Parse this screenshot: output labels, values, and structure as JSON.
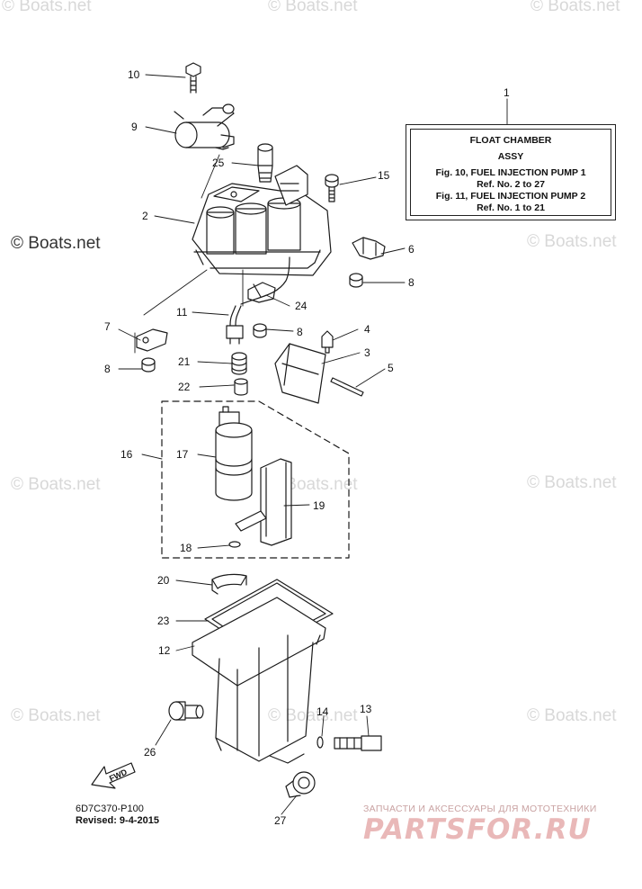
{
  "watermark": {
    "text": "© Boats.net",
    "color": "#d8d8d8"
  },
  "title_box": {
    "line1": "FLOAT CHAMBER",
    "line2": "ASSY",
    "line3": "Fig. 10, FUEL INJECTION PUMP 1",
    "line4": "Ref. No. 2 to 27",
    "line5": "Fig. 11, FUEL INJECTION PUMP 2",
    "line6": "Ref. No. 1 to 21"
  },
  "callouts": {
    "c1": "1",
    "c2": "2",
    "c3": "3",
    "c4": "4",
    "c5": "5",
    "c6": "6",
    "c7": "7",
    "c8a": "8",
    "c8b": "8",
    "c8c": "8",
    "c9": "9",
    "c10": "10",
    "c11": "11",
    "c12": "12",
    "c13": "13",
    "c14": "14",
    "c15": "15",
    "c16": "16",
    "c17": "17",
    "c18": "18",
    "c19": "19",
    "c20": "20",
    "c21": "21",
    "c22": "22",
    "c23": "23",
    "c24": "24",
    "c25": "25",
    "c26": "26",
    "c27": "27"
  },
  "fwd_label": "FWD",
  "footer": {
    "code": "6D7C370-P100",
    "revised": "Revised: 9-4-2015"
  },
  "brand": {
    "tagline": "ЗАПЧАСТИ И АКСЕССУАРЫ ДЛЯ МОТОТЕХНИКИ",
    "logo": "PARTSFOR.RU",
    "color": "#e9b8b8"
  }
}
